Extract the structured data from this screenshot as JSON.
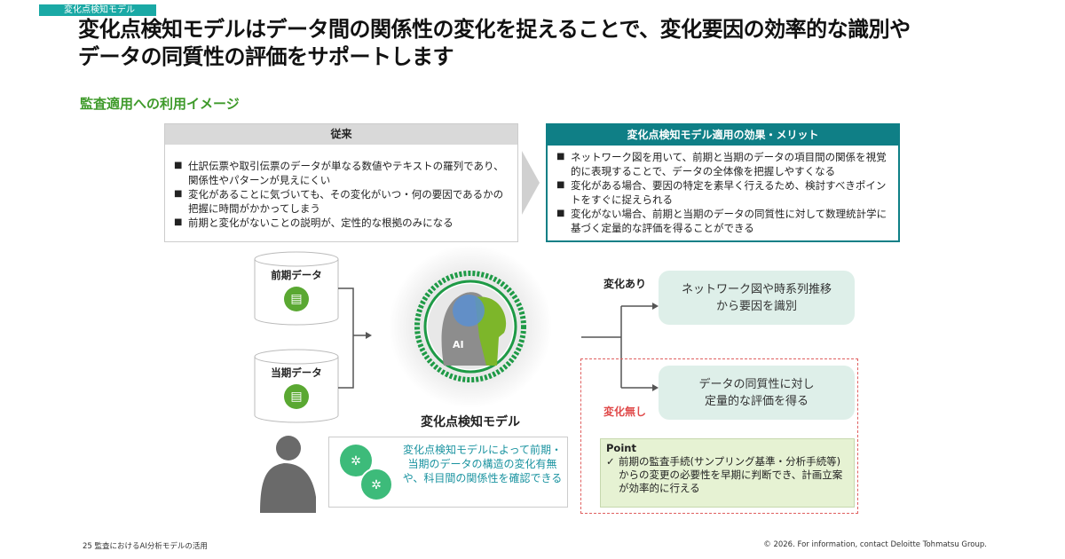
{
  "tag": "変化点検知モデル",
  "title_line1": "変化点検知モデルはデータ間の関係性の変化を捉えることで、変化要因の効率的な識別や",
  "title_line2": "データの同質性の評価をサポートします",
  "subtitle": "監査適用への利用イメージ",
  "left_panel": {
    "header": "従来",
    "items": [
      "仕訳伝票や取引伝票のデータが単なる数値やテキストの羅列であり、関係性やパターンが見えにくい",
      "変化があることに気づいても、その変化がいつ・何の要因であるかの把握に時間がかかってしまう",
      "前期と変化がないことの説明が、定性的な根拠のみになる"
    ]
  },
  "right_panel": {
    "header": "変化点検知モデル適用の効果・メリット",
    "items": [
      "ネットワーク図を用いて、前期と当期のデータの項目間の関係を視覚的に表現することで、データの全体像を把握しやすくなる",
      "変化がある場合、要因の特定を素早く行えるため、検討すべきポイントをすぐに捉えられる",
      "変化がない場合、前期と当期のデータの同質性に対して数理統計学に基づく定量的な評価を得ることができる"
    ]
  },
  "data_prev": "前期データ",
  "data_curr": "当期データ",
  "ai_label": "AI",
  "model_label": "変化点検知モデル",
  "info_text": "変化点検知モデルによって前期・当期のデータの構造の変化有無や、科目間の関係性を確認できる",
  "change_yes": "変化あり",
  "change_no": "変化無し",
  "result_yes": "ネットワーク図や時系列推移から要因を識別",
  "result_no": "データの同質性に対し定量的な評価を得る",
  "point": {
    "title": "Point",
    "text": "前期の監査手続(サンプリング基準・分析手続等)からの変更の必要性を早期に判断でき、計画立案が効率的に行える"
  },
  "footer_left": "25  監査におけるAI分析モデルの活用",
  "footer_right": "© 2026. For information, contact Deloitte Tohmatsu Group."
}
